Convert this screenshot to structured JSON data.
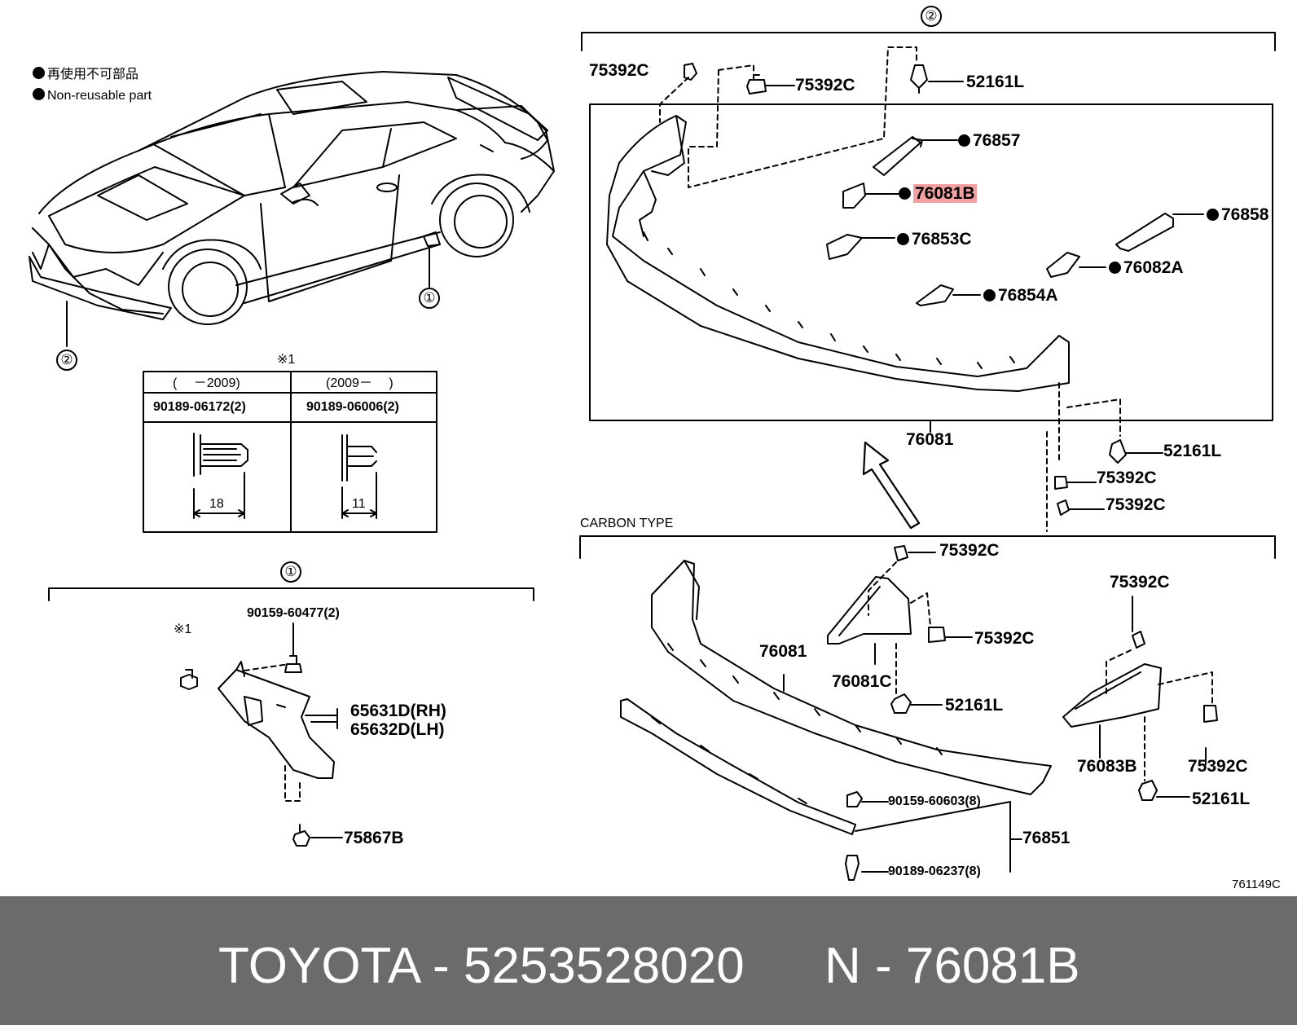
{
  "legend": {
    "jp_label": "再使用不可部品",
    "en_label": "Non-reusable part"
  },
  "callouts": {
    "one": "①",
    "two": "②",
    "kome1": "※1"
  },
  "clip_table": {
    "header_left": "(　 －2009)",
    "header_right": "(2009－　 )",
    "part_left": "90189-06172(2)",
    "part_right": "90189-06006(2)",
    "dim_left": "18",
    "dim_right": "11"
  },
  "section_one": {
    "bolt": "90159-60477(2)",
    "bracket_rh": "65631D(RH)",
    "bracket_lh": "65632D(LH)",
    "clip": "75867B"
  },
  "section_two": {
    "labels": {
      "c75392_a": "75392C",
      "c75392_b": "75392C",
      "l52161_a": "52161L",
      "p76857": "76857",
      "p76081b": "76081B",
      "p76858": "76858",
      "p76853c": "76853C",
      "p76082a": "76082A",
      "p76854a": "76854A",
      "p76081": "76081",
      "l52161_b": "52161L",
      "c75392_c": "75392C",
      "c75392_d": "75392C"
    }
  },
  "carbon": {
    "title": "CARBON TYPE",
    "labels": {
      "c75392_e": "75392C",
      "c75392_f": "75392C",
      "c75392_g": "75392C",
      "c75392_h": "75392C",
      "p76081": "76081",
      "p76081c": "76081C",
      "l52161_c": "52161L",
      "l52161_d": "52161L",
      "p76083b": "76083B",
      "bolt_a": "90159-60603(8)",
      "bolt_b": "90189-06237(8)",
      "p76851": "76851"
    }
  },
  "diagram_code": "761149C",
  "footer": {
    "brand_part": "TOYOTA - 5253528020",
    "ref": "N - 76081B"
  },
  "colors": {
    "highlight": "#f3a0a0",
    "footer_bg": "#6b6b6b",
    "footer_text": "#ffffff"
  }
}
